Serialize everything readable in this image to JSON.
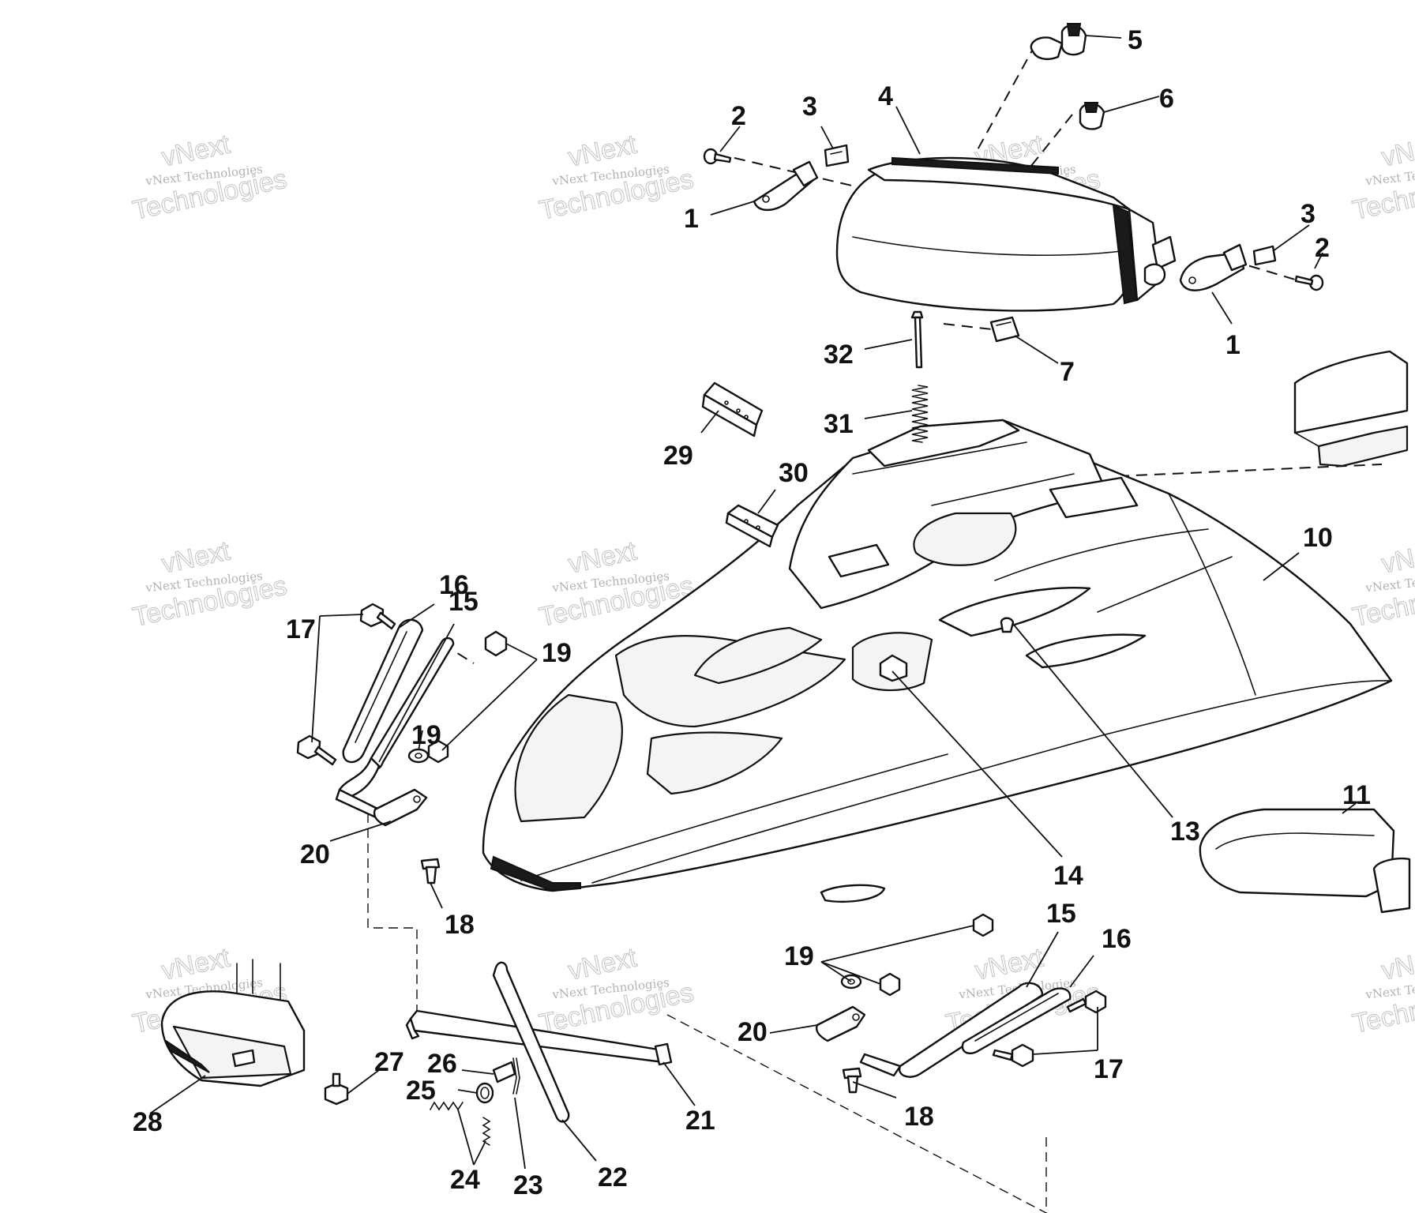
{
  "watermark": {
    "company": "vNext Technologies",
    "line1": "vNext",
    "line2": "Technologies"
  },
  "callouts": [
    {
      "id": "c1a",
      "text": "1"
    },
    {
      "id": "c1b",
      "text": "1"
    },
    {
      "id": "c2a",
      "text": "2"
    },
    {
      "id": "c2b",
      "text": "2"
    },
    {
      "id": "c3a",
      "text": "3"
    },
    {
      "id": "c3b",
      "text": "3"
    },
    {
      "id": "c4",
      "text": "4"
    },
    {
      "id": "c5",
      "text": "5"
    },
    {
      "id": "c6",
      "text": "6"
    },
    {
      "id": "c7",
      "text": "7"
    },
    {
      "id": "c10",
      "text": "10"
    },
    {
      "id": "c11",
      "text": "11"
    },
    {
      "id": "c13",
      "text": "13"
    },
    {
      "id": "c14",
      "text": "14"
    },
    {
      "id": "c15a",
      "text": "15"
    },
    {
      "id": "c15b",
      "text": "15"
    },
    {
      "id": "c16a",
      "text": "16"
    },
    {
      "id": "c16b",
      "text": "16"
    },
    {
      "id": "c17a",
      "text": "17"
    },
    {
      "id": "c17b",
      "text": "17"
    },
    {
      "id": "c18a",
      "text": "18"
    },
    {
      "id": "c18b",
      "text": "18"
    },
    {
      "id": "c19a",
      "text": "19"
    },
    {
      "id": "c19b",
      "text": "19"
    },
    {
      "id": "c19c",
      "text": "19"
    },
    {
      "id": "c20a",
      "text": "20"
    },
    {
      "id": "c20b",
      "text": "20"
    },
    {
      "id": "c21",
      "text": "21"
    },
    {
      "id": "c22",
      "text": "22"
    },
    {
      "id": "c23",
      "text": "23"
    },
    {
      "id": "c24",
      "text": "24"
    },
    {
      "id": "c25",
      "text": "25"
    },
    {
      "id": "c26",
      "text": "26"
    },
    {
      "id": "c27",
      "text": "27"
    },
    {
      "id": "c28",
      "text": "28"
    },
    {
      "id": "c29",
      "text": "29"
    },
    {
      "id": "c30",
      "text": "30"
    },
    {
      "id": "c31",
      "text": "31"
    },
    {
      "id": "c32",
      "text": "32"
    }
  ]
}
